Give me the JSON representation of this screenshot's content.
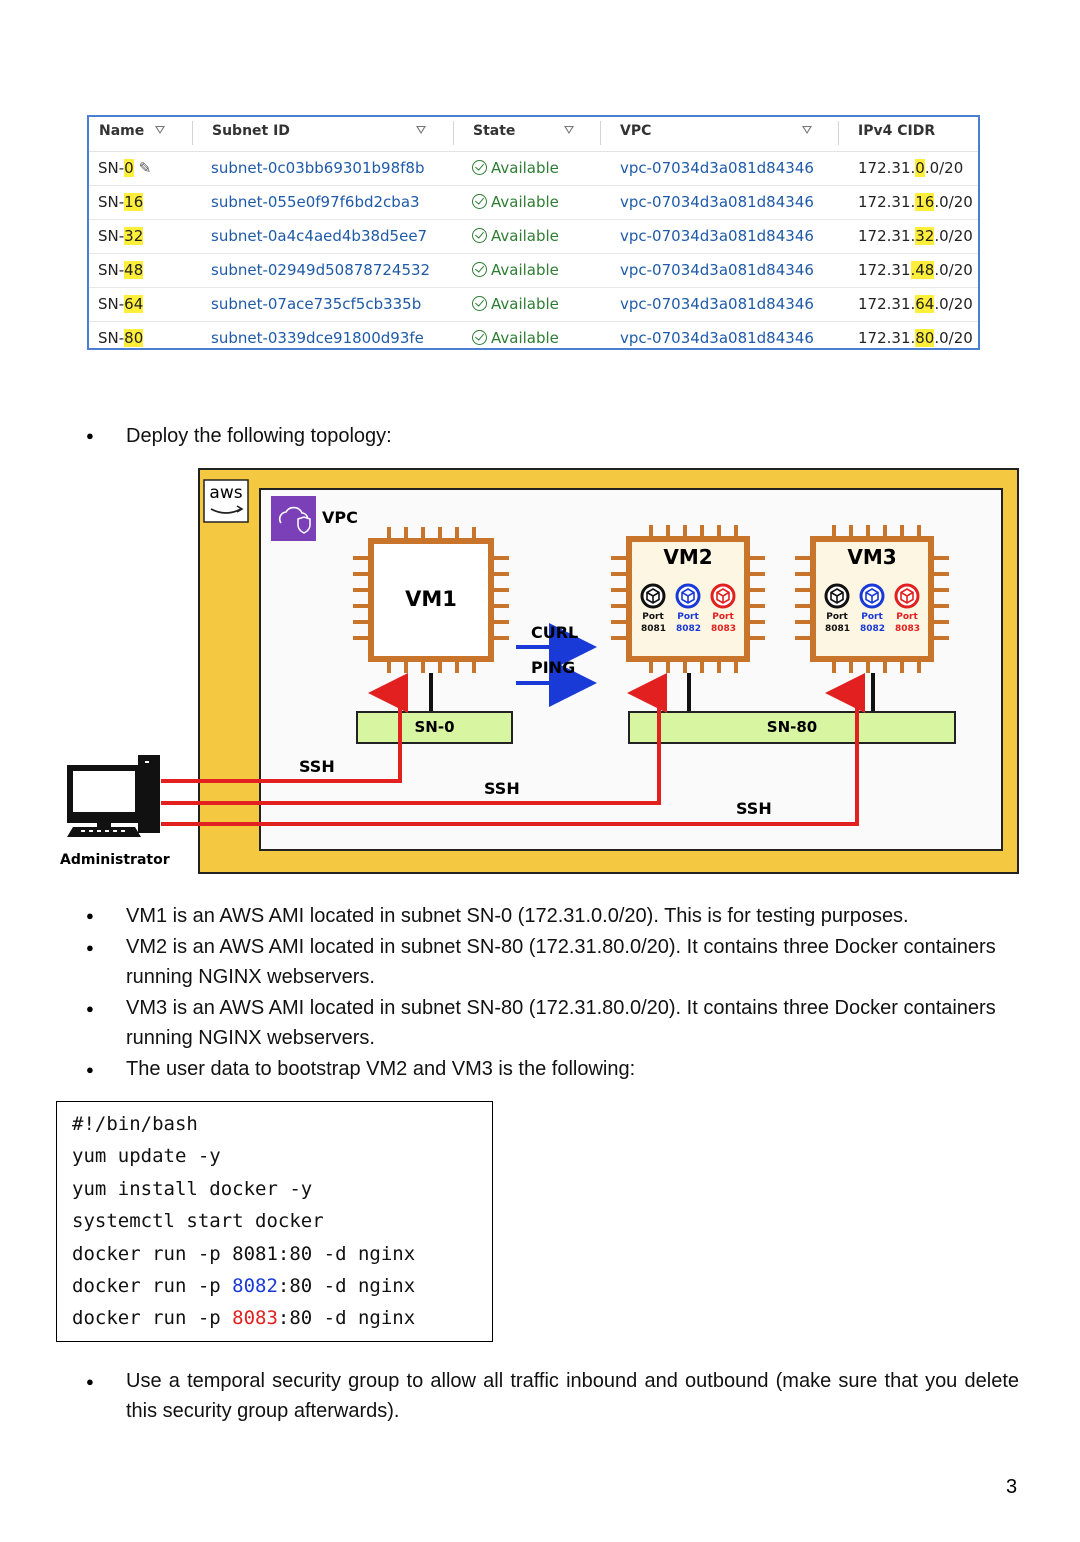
{
  "subnet_table": {
    "headers": [
      "Name",
      "Subnet ID",
      "State",
      "VPC",
      "IPv4 CIDR"
    ],
    "rows": [
      {
        "name_prefix": "SN-",
        "name_hl": "0",
        "subnet_id": "subnet-0c03bb69301b98f8b",
        "state": "Available",
        "vpc": "vpc-07034d3a081d84346",
        "cidr_pre": "172.31.",
        "cidr_hl": "0",
        "cidr_post": ".0/20"
      },
      {
        "name_prefix": "SN-",
        "name_hl": "16",
        "subnet_id": "subnet-055e0f97f6bd2cba3",
        "state": "Available",
        "vpc": "vpc-07034d3a081d84346",
        "cidr_pre": "172.31.",
        "cidr_hl": "16",
        "cidr_post": ".0/20"
      },
      {
        "name_prefix": "SN-",
        "name_hl": "32",
        "subnet_id": "subnet-0a4c4aed4b38d5ee7",
        "state": "Available",
        "vpc": "vpc-07034d3a081d84346",
        "cidr_pre": "172.31.",
        "cidr_hl": "32",
        "cidr_post": ".0/20"
      },
      {
        "name_prefix": "SN-",
        "name_hl": "48",
        "subnet_id": "subnet-02949d50878724532",
        "state": "Available",
        "vpc": "vpc-07034d3a081d84346",
        "cidr_pre": "172.31",
        "cidr_hl": ".48",
        "cidr_post": ".0/20"
      },
      {
        "name_prefix": "SN-",
        "name_hl": "64",
        "subnet_id": "subnet-07ace735cf5cb335b",
        "state": "Available",
        "vpc": "vpc-07034d3a081d84346",
        "cidr_pre": "172.31.",
        "cidr_hl": "64",
        "cidr_post": ".0/20"
      },
      {
        "name_prefix": "SN-",
        "name_hl": "80",
        "subnet_id": "subnet-0339dce91800d93fe",
        "state": "Available",
        "vpc": "vpc-07034d3a081d84346",
        "cidr_pre": "172.31.",
        "cidr_hl": "80",
        "cidr_post": ".0/20"
      }
    ]
  },
  "intro": "Deploy the following topology:",
  "diagram": {
    "aws_logo": "aws",
    "vpc_label": "VPC",
    "vm1": "VM1",
    "vm2": "VM2",
    "vm3": "VM3",
    "port_word": "Port",
    "ports": [
      "8081",
      "8082",
      "8083"
    ],
    "curl": "CURL",
    "ping": "PING",
    "sn0": "SN-0",
    "sn80": "SN-80",
    "ssh": "SSH",
    "admin": "Administrator",
    "colors": {
      "frame": "#f5c842",
      "chip": "#c8742a",
      "subnet": "#d8f5a2",
      "ssh_line": "#e32020",
      "arrow": "#1a3ad8",
      "vpc_icon": "#7b3fb8"
    }
  },
  "bullets": [
    {
      "lines": [
        "VM1 is an AWS AMI located in subnet SN-0 (172.31.0.0/20). This is for testing purposes."
      ]
    },
    {
      "lines": [
        "VM2 is an AWS AMI located in subnet SN-80 (172.31.80.0/20). It contains three Docker containers",
        "running NGINX webservers."
      ]
    },
    {
      "lines": [
        "VM3 is an AWS AMI located in subnet SN-80 (172.31.80.0/20). It contains three Docker containers",
        "running NGINX webservers."
      ]
    },
    {
      "lines": [
        "The user data to bootstrap VM2 and VM3 is the following:"
      ]
    }
  ],
  "code": [
    {
      "pre": "#!/bin/bash",
      "port": "",
      "post": "",
      "color": ""
    },
    {
      "pre": "yum update -y",
      "port": "",
      "post": "",
      "color": ""
    },
    {
      "pre": "yum install docker -y",
      "port": "",
      "post": "",
      "color": ""
    },
    {
      "pre": "systemctl start docker",
      "port": "",
      "post": "",
      "color": ""
    },
    {
      "pre": "docker run -p ",
      "port": "8081",
      "post": ":80 -d nginx",
      "color": "#111111"
    },
    {
      "pre": "docker run -p ",
      "port": "8082",
      "post": ":80 -d nginx",
      "color": "#1a3ad8"
    },
    {
      "pre": "docker run -p ",
      "port": "8083",
      "post": ":80 -d nginx",
      "color": "#e32020"
    }
  ],
  "final_bullet": "Use a temporal security group to allow all traffic inbound and outbound (make sure that you delete this security group afterwards).",
  "page_number": "3"
}
